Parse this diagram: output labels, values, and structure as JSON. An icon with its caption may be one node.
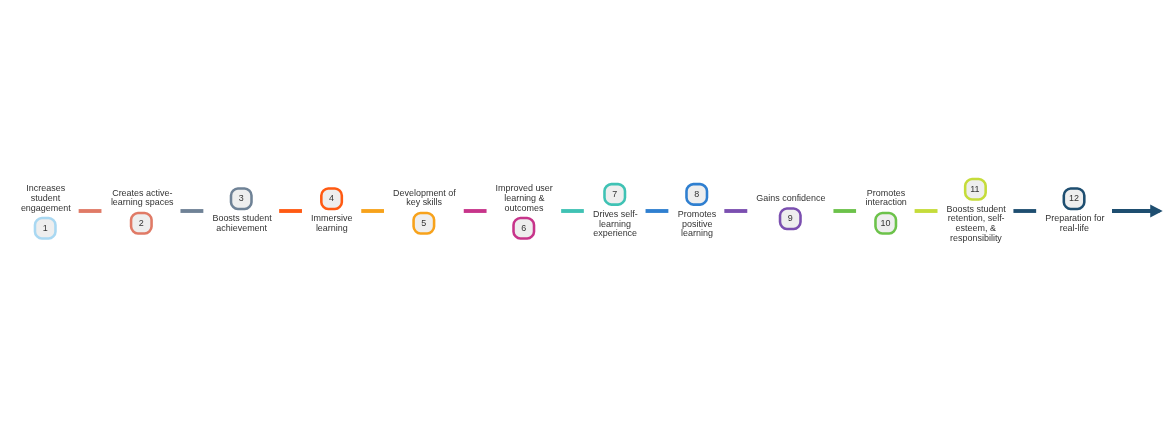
{
  "diagram": {
    "nodes": [
      {
        "text": [
          "1"
        ],
        "beside": [
          "Increases student engagement"
        ]
      },
      {
        "text": [
          "2"
        ],
        "beside": [
          "Creates active-learning spaces"
        ]
      },
      {
        "text": [
          "3"
        ],
        "beside": [
          "Boosts student achievement"
        ]
      },
      {
        "text": [
          "4"
        ],
        "beside": [
          "Immersive learning"
        ]
      },
      {
        "text": [
          "5"
        ],
        "beside": [
          "Development of key skills"
        ]
      },
      {
        "text": [
          "6"
        ],
        "beside": [
          "Improved user learning & outcomes"
        ]
      },
      {
        "text": [
          "7"
        ],
        "beside": [
          "Drives self-learning experience"
        ]
      },
      {
        "text": [
          "8"
        ],
        "beside": [
          "Promotes positive learning"
        ]
      },
      {
        "text": [
          "9"
        ],
        "beside": [
          "Gains confidence"
        ]
      },
      {
        "text": [
          "10"
        ],
        "beside": [
          "Promotes interaction"
        ]
      },
      {
        "text": [
          "11"
        ],
        "beside": [
          "Boosts student retention, self-esteem, & responsibility"
        ]
      },
      {
        "text": [
          "12"
        ],
        "beside": [
          "Preparation for real-life"
        ]
      }
    ],
    "edges": [
      {
        "from": 0,
        "to": 1,
        "arrow": "none",
        "color": "#e07a66"
      },
      {
        "from": 1,
        "to": 2,
        "arrow": "none",
        "color": "#6f8296"
      },
      {
        "from": 2,
        "to": 3,
        "arrow": "none",
        "color": "#ff5a12"
      },
      {
        "from": 3,
        "to": 4,
        "arrow": "none",
        "color": "#f7a21b"
      },
      {
        "from": 4,
        "to": 5,
        "arrow": "none",
        "color": "#c7348a"
      },
      {
        "from": 5,
        "to": 6,
        "arrow": "none",
        "color": "#3fc2b4"
      },
      {
        "from": 6,
        "to": 7,
        "arrow": "none",
        "color": "#2f7fd0"
      },
      {
        "from": 7,
        "to": 8,
        "arrow": "none",
        "color": "#7b4fb0"
      },
      {
        "from": 8,
        "to": 9,
        "arrow": "none",
        "color": "#6cc24a"
      },
      {
        "from": 9,
        "to": 10,
        "arrow": "none",
        "color": "#c5dc3a"
      },
      {
        "from": 10,
        "to": 11,
        "arrow": "none",
        "color": "#1e4e70"
      },
      {
        "from": 11,
        "to": null,
        "arrow": "to",
        "color": "#1e4e70"
      }
    ]
  }
}
